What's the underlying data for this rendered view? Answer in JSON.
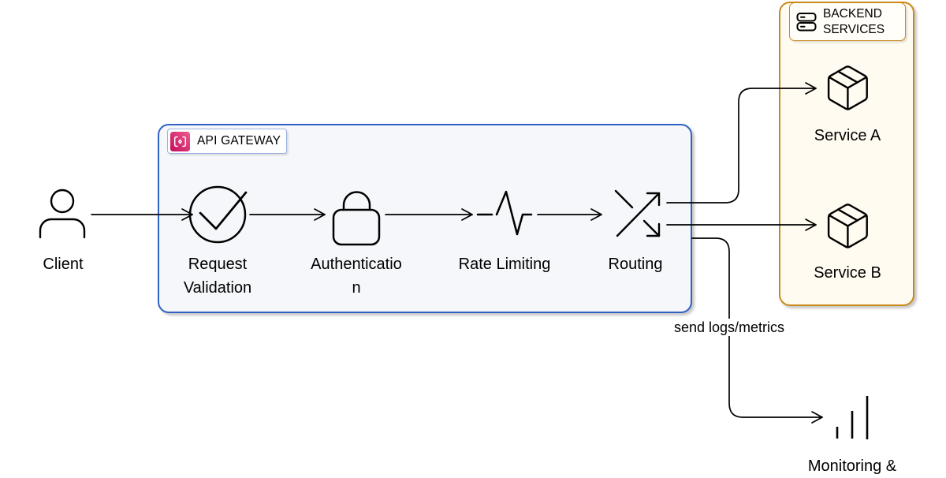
{
  "client": {
    "label": "Client"
  },
  "gateway": {
    "title": "API GATEWAY",
    "border_color": "#2F62C4",
    "fill_color": "#F5F7FA",
    "icon_color": "#DE2A6E",
    "steps": [
      {
        "id": "request-validation",
        "label": "Request Validation",
        "icon": "check-circle-icon"
      },
      {
        "id": "authentication",
        "label": "Authentication",
        "icon": "lock-icon"
      },
      {
        "id": "rate-limiting",
        "label": "Rate Limiting",
        "icon": "pulse-icon"
      },
      {
        "id": "routing",
        "label": "Routing",
        "icon": "shuffle-icon"
      }
    ]
  },
  "backend": {
    "title": "BACKEND SERVICES",
    "border_color": "#C98A1B",
    "fill_color": "#FFFBF0",
    "services": [
      {
        "id": "service-a",
        "label": "Service A",
        "icon": "package-icon"
      },
      {
        "id": "service-b",
        "label": "Service B",
        "icon": "package-icon"
      }
    ]
  },
  "monitoring": {
    "label": "Monitoring &",
    "icon": "bar-chart-icon"
  },
  "edges": {
    "logs_label": "send logs/metrics"
  }
}
